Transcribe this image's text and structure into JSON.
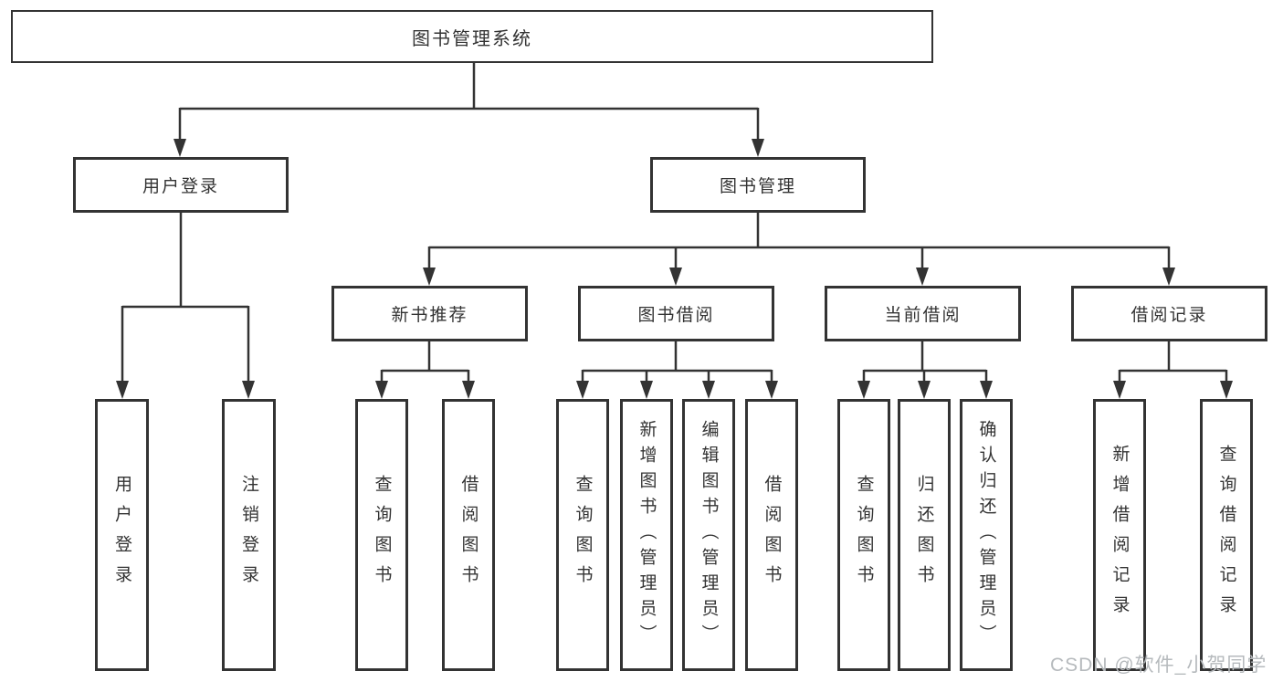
{
  "diagram": {
    "title_note": "library management system functional structure diagram",
    "nodes": {
      "root": "图书管理系统",
      "login": "用户登录",
      "manage": "图书管理",
      "login_leaf1": "用户登录",
      "login_leaf2": "注销登录",
      "rec": "新书推荐",
      "borrow": "图书借阅",
      "current": "当前借阅",
      "records": "借阅记录",
      "rec_leaf1": "查询图书",
      "rec_leaf2": "借阅图书",
      "borrow_leaf1": "查询图书",
      "borrow_leaf2": "新增图书（管理员）",
      "borrow_leaf3": "编辑图书（管理员）",
      "borrow_leaf4": "借阅图书",
      "current_leaf1": "查询图书",
      "current_leaf2": "归还图书",
      "current_leaf3": "确认归还（管理员）",
      "records_leaf1": "新增借阅记录",
      "records_leaf2": "查询借阅记录"
    },
    "colors": {
      "line": "#333333",
      "box_border": "#333333",
      "box_fill": "#ffffff",
      "text": "#333333",
      "watermark": "#b6babd"
    }
  },
  "watermark": {
    "text": "CSDN @软件_小贺同学"
  }
}
